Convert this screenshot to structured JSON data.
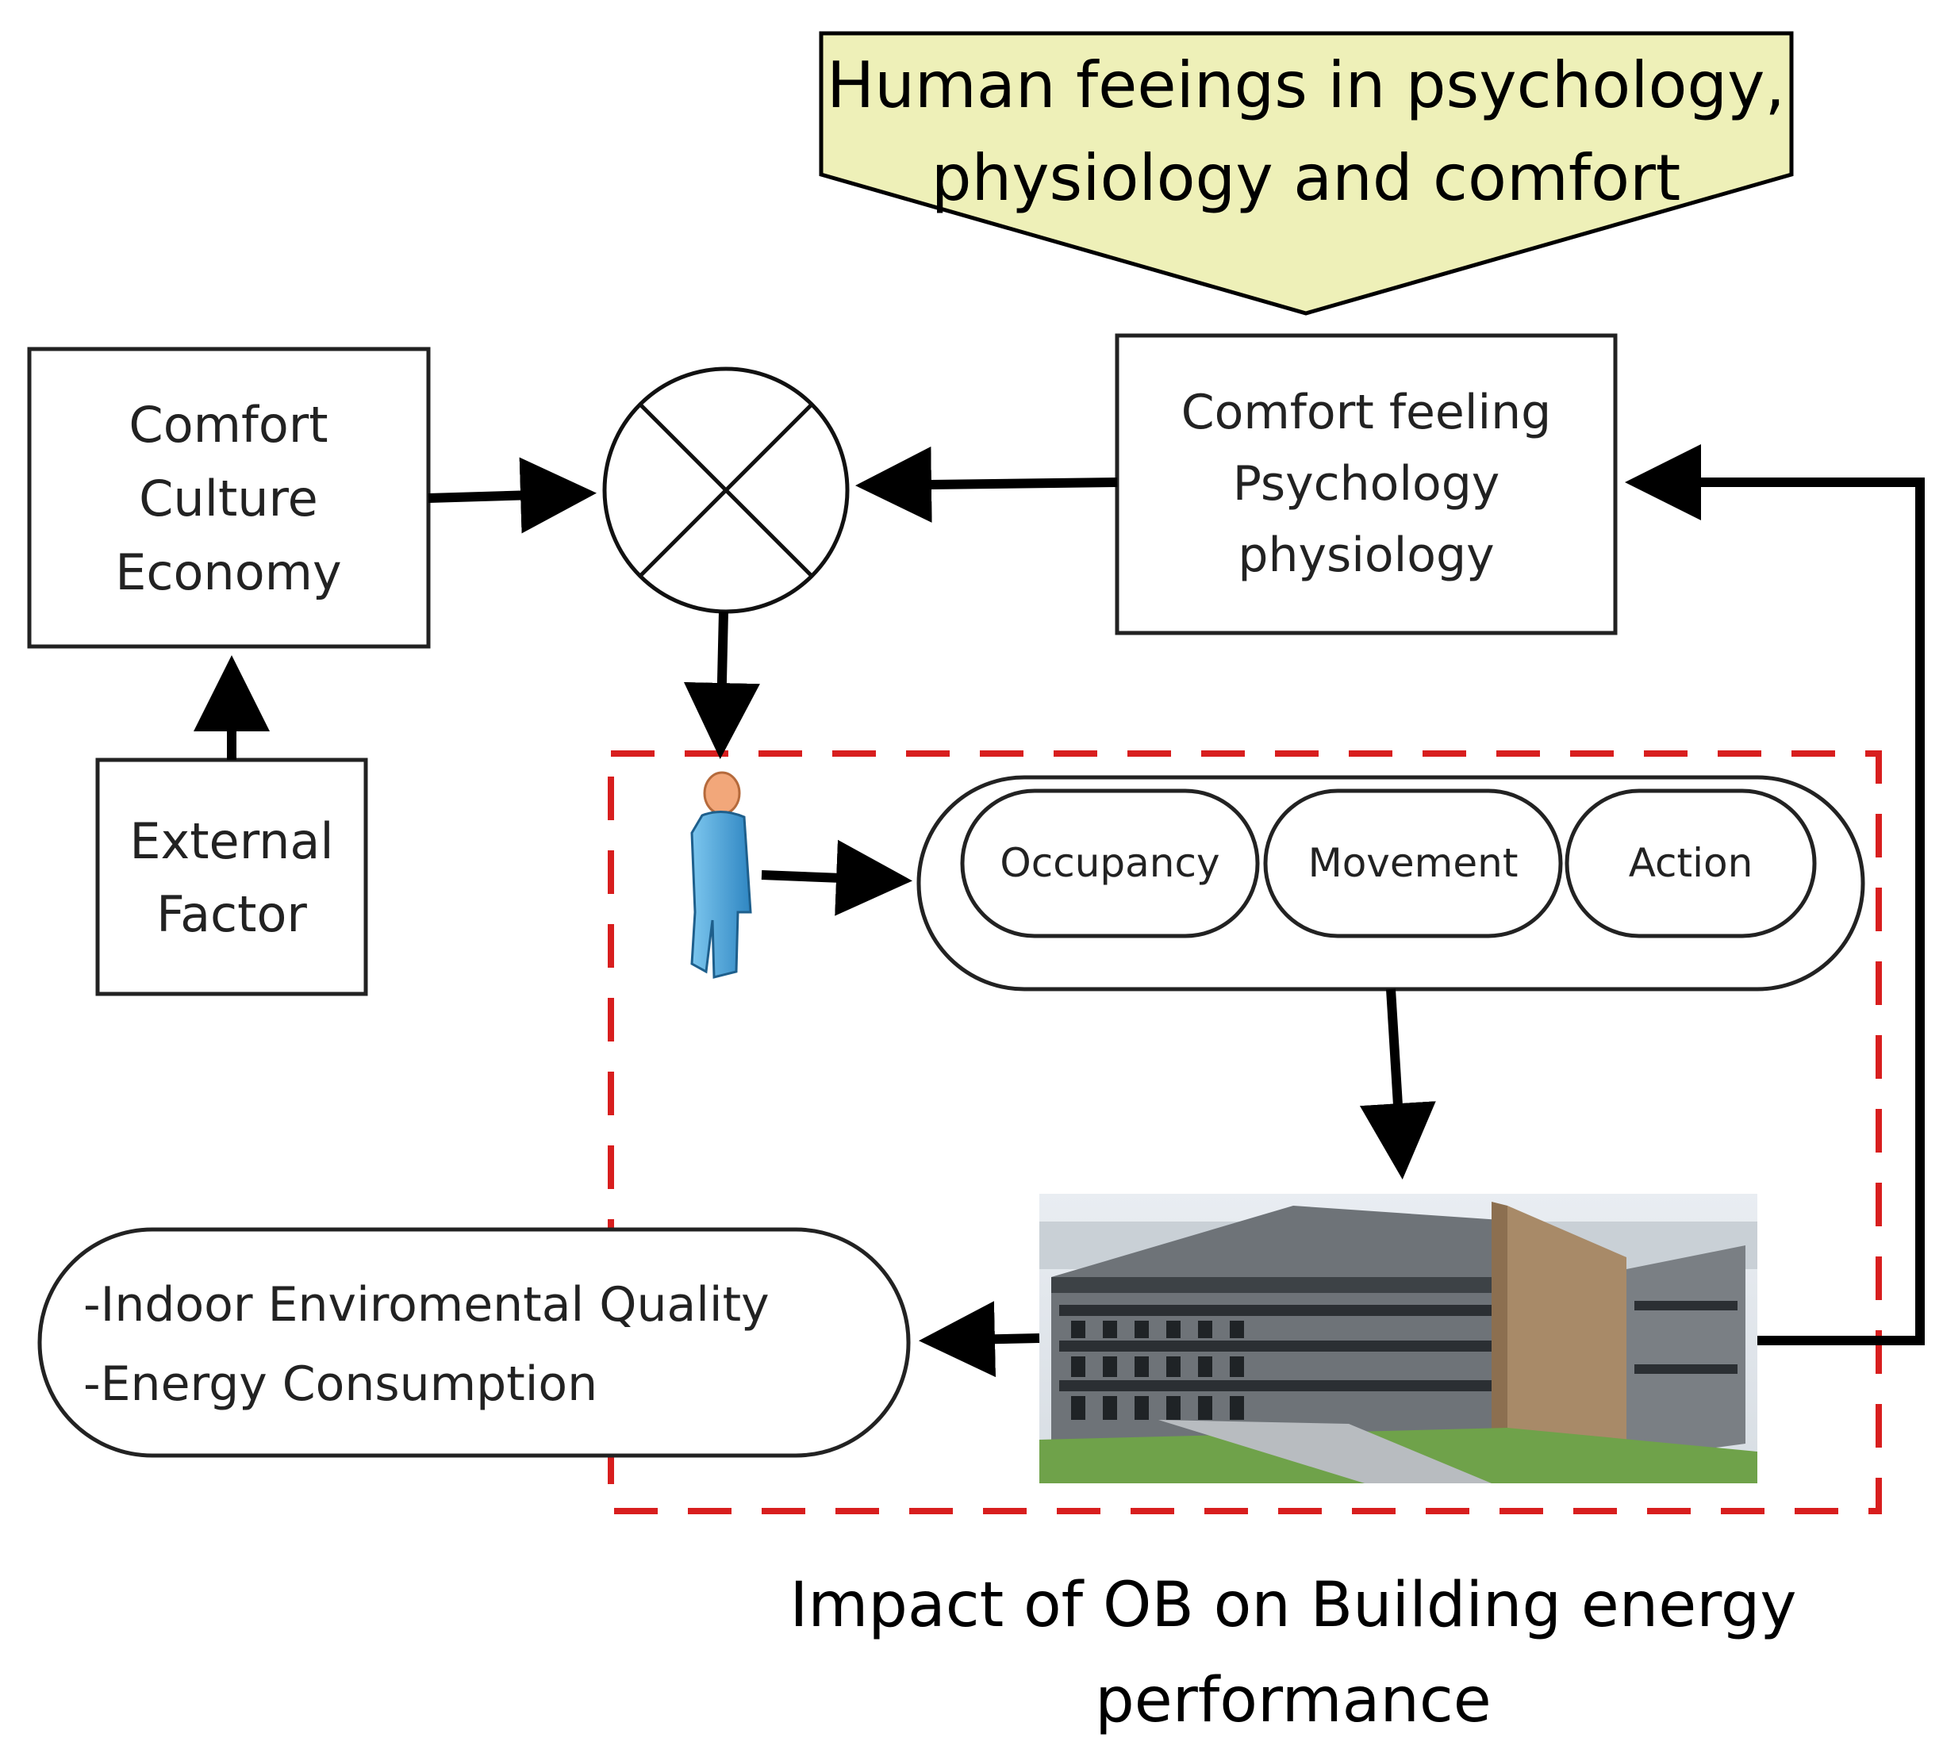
{
  "callout": {
    "line1": "Human feeings in psychology,",
    "line2": "physiology and comfort"
  },
  "factors_box": {
    "line1": "Comfort",
    "line2": "Culture",
    "line3": "Economy"
  },
  "external_box": {
    "line1": "External",
    "line2": "Factor"
  },
  "feeling_box": {
    "line1": "Comfort feeling",
    "line2": "Psychology",
    "line3": "physiology"
  },
  "behaviors": {
    "occupancy": "Occupancy",
    "movement": "Movement",
    "action": "Action"
  },
  "outcome": {
    "line1": "-Indoor Enviromental Quality",
    "line2": "-Energy Consumption"
  },
  "caption": {
    "line1": "Impact of OB on Building energy",
    "line2": "performance"
  },
  "colors": {
    "dashed_region": "#d81e1e",
    "callout_fill": "#eef0b8",
    "person": "#4aa3d8",
    "person_head": "#f2a77a"
  },
  "icons": {
    "person": "person-icon",
    "building": "building-image",
    "multiply": "multiply-junction-icon"
  }
}
